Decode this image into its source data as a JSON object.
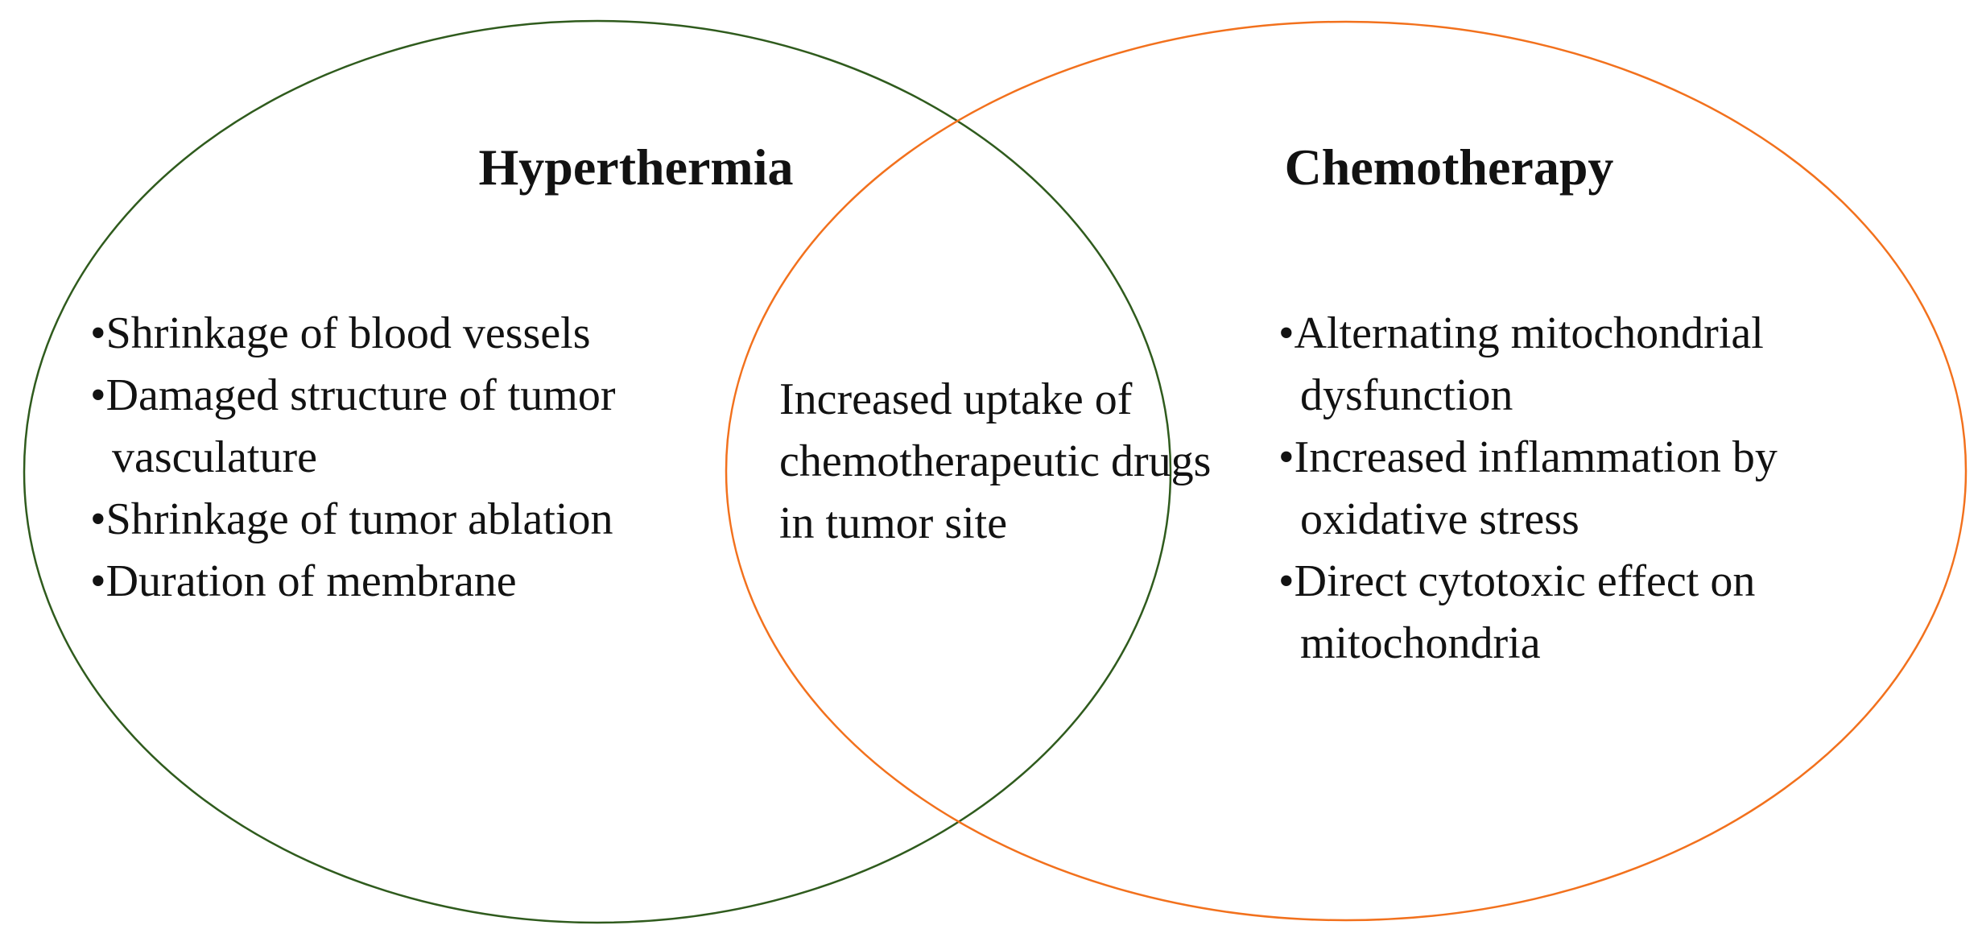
{
  "figure": {
    "type": "venn-diagram",
    "left_set": {
      "title": "Hyperthermia",
      "outline_color": "#2F5B1D",
      "items": [
        "Shrinkage of blood vessels",
        "Damaged structure of tumor vasculature",
        "Shrinkage of tumor ablation",
        "Duration of membrane"
      ]
    },
    "right_set": {
      "title": "Chemotherapy",
      "outline_color": "#F2711D",
      "items": [
        "Alternating mitochondrial dysfunction",
        "Increased inflammation by oxidative stress",
        "Direct cytotoxic effect on mitochondria"
      ]
    },
    "intersection": {
      "text": "Increased uptake of chemotherapeutic drugs in tumor site"
    }
  }
}
